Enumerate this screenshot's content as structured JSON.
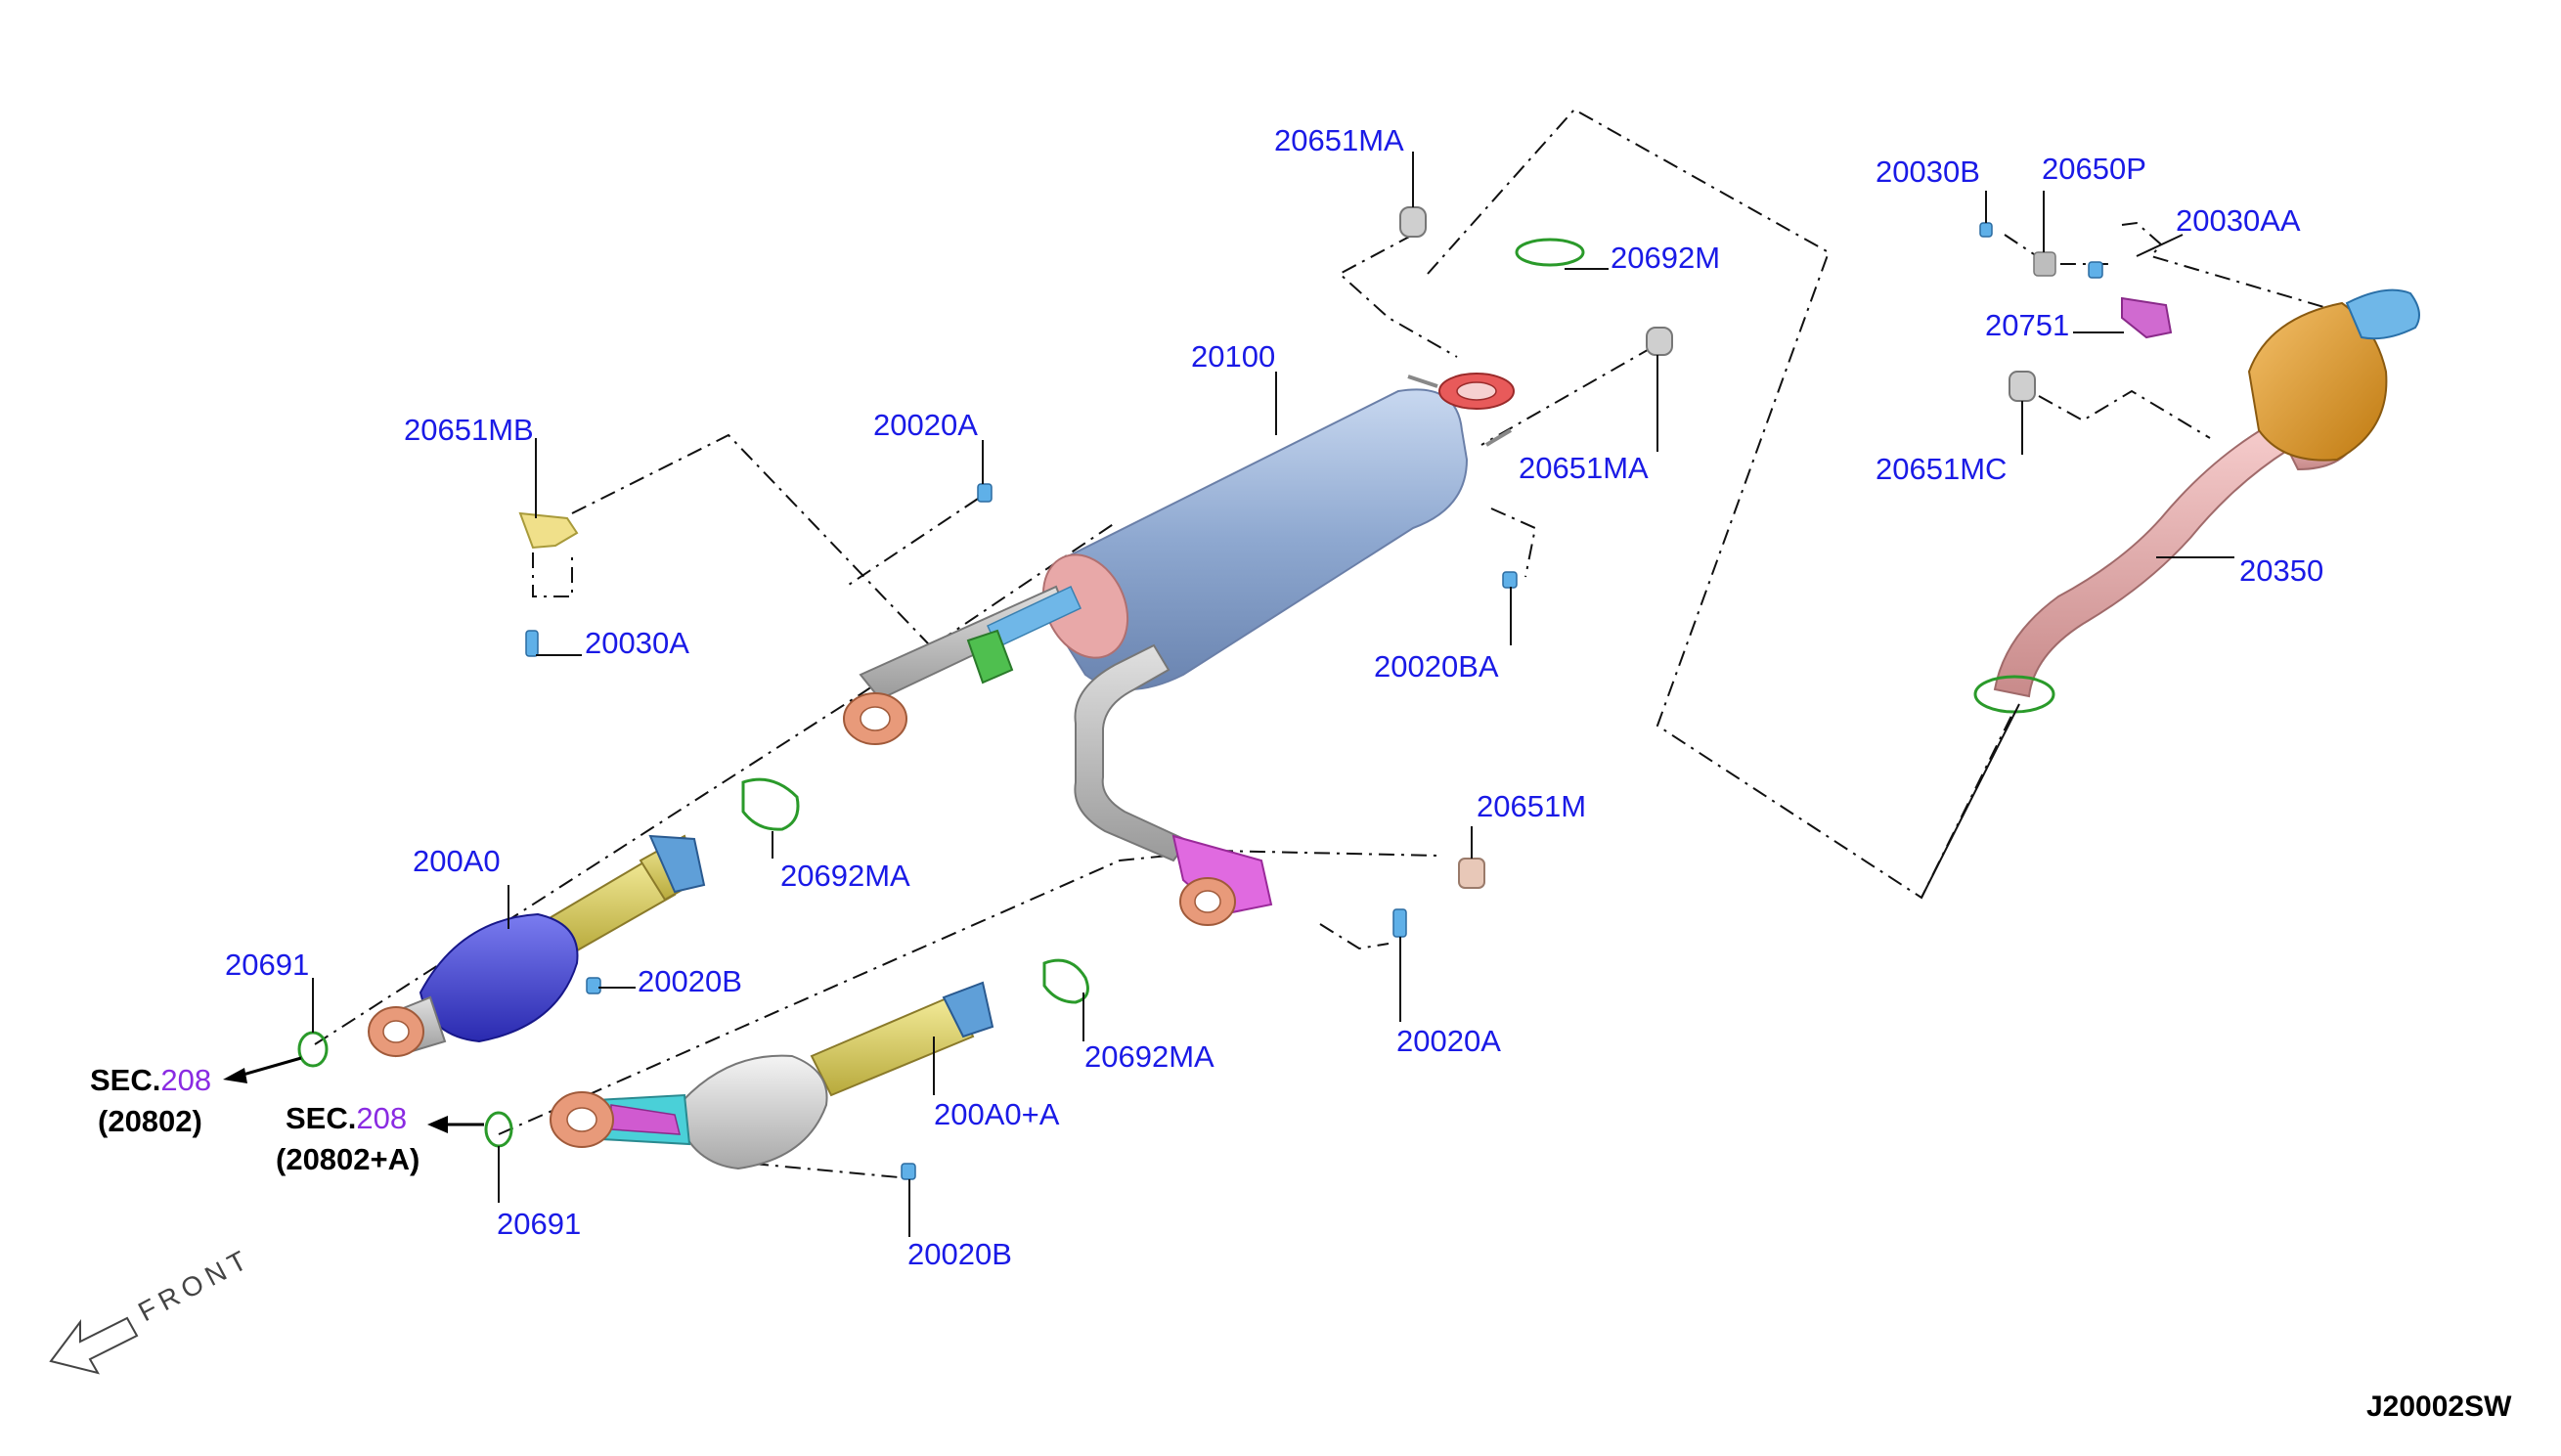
{
  "diagram": {
    "title": "",
    "drawing_code": "J20002SW",
    "direction_marker": "FRONT",
    "part_labels": {
      "p20651MA_top": "20651MA",
      "p20692M": "20692M",
      "p20100": "20100",
      "p20651MA_right": "20651MA",
      "p20020BA": "20020BA",
      "p20651MB": "20651MB",
      "p20020A_top": "20020A",
      "p20030A": "20030A",
      "p20692MA_left": "20692MA",
      "p200A0": "200A0",
      "p20691_left": "20691",
      "p20020B_left": "20020B",
      "p20651M": "20651M",
      "p20020A_bottom": "20020A",
      "p20692MA_right": "20692MA",
      "p200A0A": "200A0+A",
      "p20691_bottom": "20691",
      "p20020B_bottom": "20020B",
      "p20030B": "20030B",
      "p20650P": "20650P",
      "p20030AA": "20030AA",
      "p20751": "20751",
      "p20651MC": "20651MC",
      "p20350": "20350"
    },
    "section_refs": [
      {
        "prefix": "SEC.",
        "number": "208",
        "ref": "(20802)"
      },
      {
        "prefix": "SEC.",
        "number": "208",
        "ref": "(20802+A)"
      }
    ]
  }
}
